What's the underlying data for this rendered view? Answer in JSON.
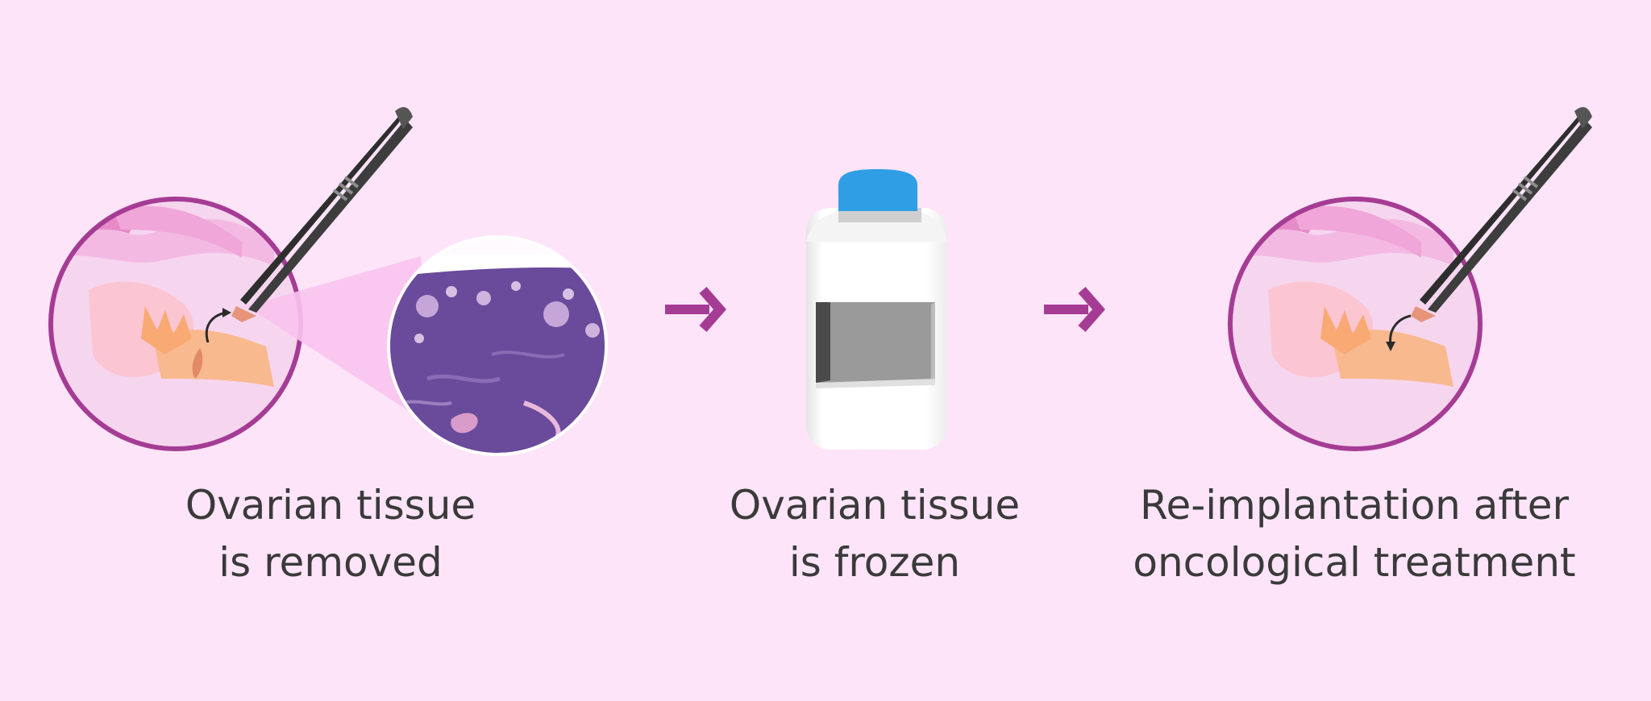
{
  "steps": [
    {
      "line1": "Ovarian tissue",
      "line2": "is removed"
    },
    {
      "line1": "Ovarian tissue",
      "line2": "is frozen"
    },
    {
      "line1": "Re-implantation after",
      "line2": "oncological treatment"
    }
  ],
  "colors": {
    "background": "#fde4f8",
    "ring": "#a53c94",
    "arrow": "#a53c94",
    "cap": "#2f9ee4",
    "tissue": "#5e3f8c",
    "text": "#3a3a3a"
  },
  "icons": [
    "ovary-circle-icon",
    "forceps-icon",
    "tissue-histology-icon",
    "arrow-right-icon",
    "cryo-container-icon"
  ]
}
